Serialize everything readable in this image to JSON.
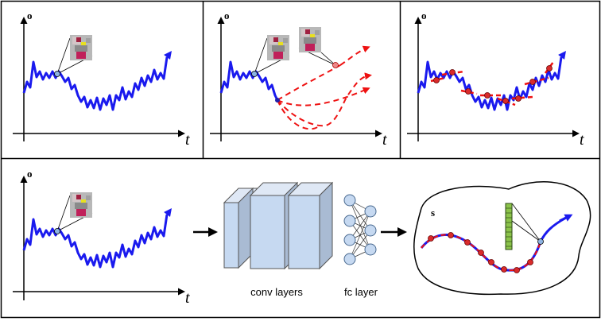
{
  "panels": {
    "p1": {
      "axis_y": "o",
      "axis_x": "t"
    },
    "p2": {
      "axis_y": "o",
      "axis_x": "t"
    },
    "p3": {
      "axis_y": "o",
      "axis_x": "t"
    },
    "p4": {
      "axis_y": "o",
      "axis_x": "t"
    }
  },
  "network": {
    "conv_label": "conv layers",
    "fc_label": "fc layer"
  },
  "embedding": {
    "space_label": "s"
  },
  "colors": {
    "trajectory": "#1a1aee",
    "prediction": "#ee1111",
    "point": "#e33333",
    "current_point": "#8db3e2",
    "conv_block": "#c6d9f1",
    "fc_node": "#c6d9f1",
    "feature_vector": "#8bc34a"
  }
}
